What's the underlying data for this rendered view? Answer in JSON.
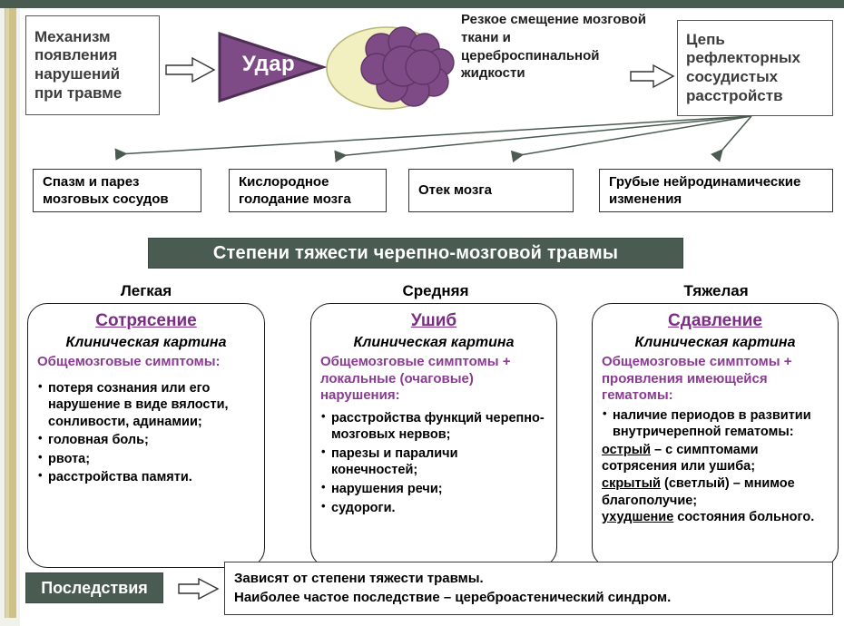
{
  "colors": {
    "banner_green": "#4a5c51",
    "accent_purple": "#7d2b86",
    "lead_purple": "#8a3b92",
    "wedge_purple": "#7e4b86",
    "brain_purple": "#7e4b86",
    "skull_yellow": "#f2f0c0",
    "left_stripe": "#cfc18a"
  },
  "mechanism": {
    "title": "Механизм появления нарушений при травме"
  },
  "impact": {
    "wedge_label": "Удар",
    "displacement_text": "Резкое смещение мозговой ткани и цереброспинальной жидкости"
  },
  "chain": {
    "title": "Цепь рефлекторных сосудистых расстройств"
  },
  "consequences_row": [
    {
      "label": "Спазм и парез мозговых сосудов"
    },
    {
      "label": "Кислородное голодание мозга"
    },
    {
      "label": "Отек мозга"
    },
    {
      "label": "Грубые нейродинамические изменения"
    }
  ],
  "severity": {
    "banner": "Степени тяжести черепно-мозговой травмы",
    "columns": [
      {
        "head": "Легкая",
        "title": "Сотрясение",
        "subtitle": "Клиническая картина",
        "lead": "Общемозговые симптомы:",
        "bullets": [
          "потеря сознания или его нарушение в виде вялости, сонливости, адинамии;",
          "головная боль;",
          "рвота;",
          "расстройства памяти."
        ]
      },
      {
        "head": "Средняя",
        "title": "Ушиб",
        "subtitle": "Клиническая картина",
        "lead": "Общемозговые симптомы + локальные (очаговые) нарушения:",
        "bullets": [
          "расстройства функций черепно-мозговых нервов;",
          "парезы и параличи конечностей;",
          "нарушения речи;",
          "судороги."
        ]
      },
      {
        "head": "Тяжелая",
        "title": "Сдавление",
        "subtitle": "Клиническая картина",
        "lead": "Общемозговые симптомы + проявления имеющейся гематомы:",
        "bullets": [
          "наличие периодов в развитии внутричерепной гематомы:"
        ],
        "periods": [
          {
            "term": "острый",
            "rest": " – с симптомами сотрясения или ушиба;"
          },
          {
            "term": "скрытый",
            "rest": " (светлый) – мнимое благополучие;"
          },
          {
            "term": "ухудшение",
            "rest": " состояния больного."
          }
        ]
      }
    ]
  },
  "footer": {
    "label": "Последствия",
    "line1": "Зависят от степени тяжести травмы.",
    "line2": "Наиболее частое последствие – цереброастенический синдром."
  }
}
